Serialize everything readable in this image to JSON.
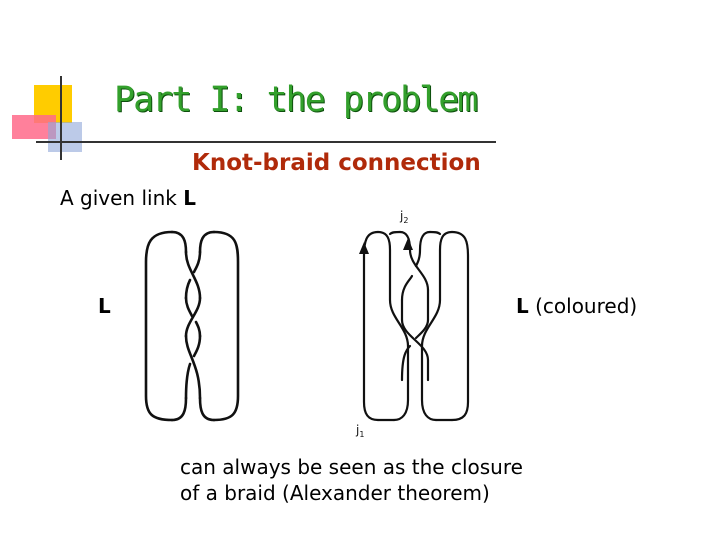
{
  "slide": {
    "title": "Part I: the problem",
    "subtitle": "Knot-braid connection",
    "given_prefix": "A given link ",
    "given_link": "L",
    "label_left": "L",
    "label_right_bold": "L",
    "label_right_rest": " (coloured)",
    "caption_line1": "can always be seen as the closure",
    "caption_line2": "of a braid (Alexander theorem)",
    "strand_top_label": "j",
    "strand_top_sub": "2",
    "strand_bottom_label": "j",
    "strand_bottom_sub": "1"
  }
}
